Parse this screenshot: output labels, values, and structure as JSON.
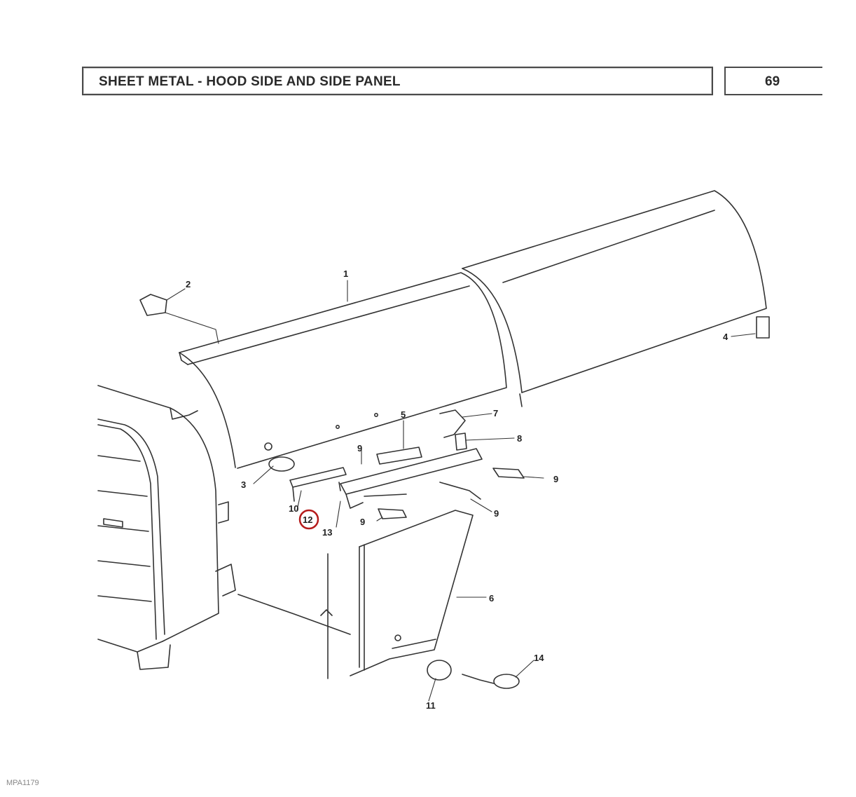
{
  "header": {
    "title": "SHEET METAL - HOOD SIDE AND SIDE PANEL",
    "page_number": "69"
  },
  "callouts": {
    "c1": "1",
    "c2": "2",
    "c3": "3",
    "c4": "4",
    "c5": "5",
    "c6": "6",
    "c7": "7",
    "c8": "8",
    "c9a": "9",
    "c9b": "9",
    "c9c": "9",
    "c9d": "9",
    "c10": "10",
    "c11": "11",
    "c12": "12",
    "c13": "13",
    "c14": "14"
  },
  "highlighted_callout": "12",
  "highlight_color": "#b51c1c",
  "footer": {
    "code": "MPA1179"
  }
}
